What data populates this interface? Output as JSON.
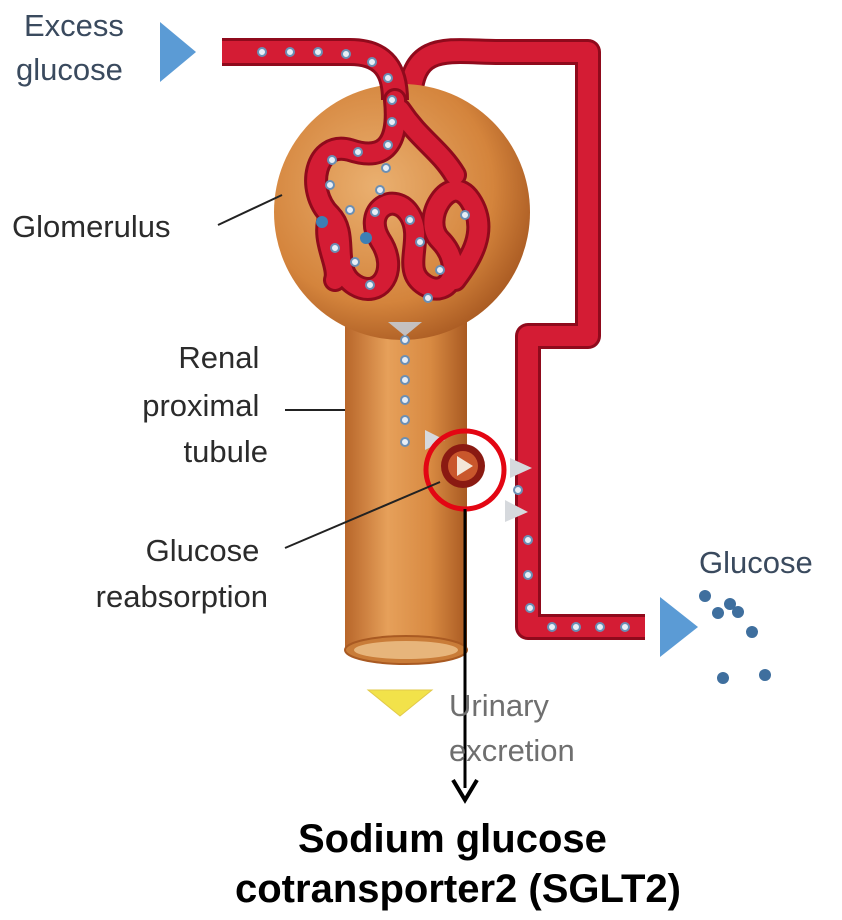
{
  "labels": {
    "excess_glucose": [
      "Excess",
      "glucose"
    ],
    "glomerulus": "Glomerulus",
    "renal_proximal_tubule": [
      "Renal",
      "proximal",
      "tubule"
    ],
    "glucose_reabsorption": [
      "Glucose",
      "reabsorption"
    ],
    "glucose": "Glucose",
    "urinary_excretion": [
      "Urinary",
      "excretion"
    ]
  },
  "caption": [
    "Sodium glucose",
    "cotransporter2 (SGLT2)"
  ],
  "colors": {
    "vessel_red": "#c8102e",
    "tubule_orange": "#d9893f",
    "glucose_dot": "#6a8fb5",
    "arrow_blue": "#5b9bd5",
    "highlight_circle": "#e30613",
    "urinary_arrow_yellow": "#f2e24a"
  }
}
